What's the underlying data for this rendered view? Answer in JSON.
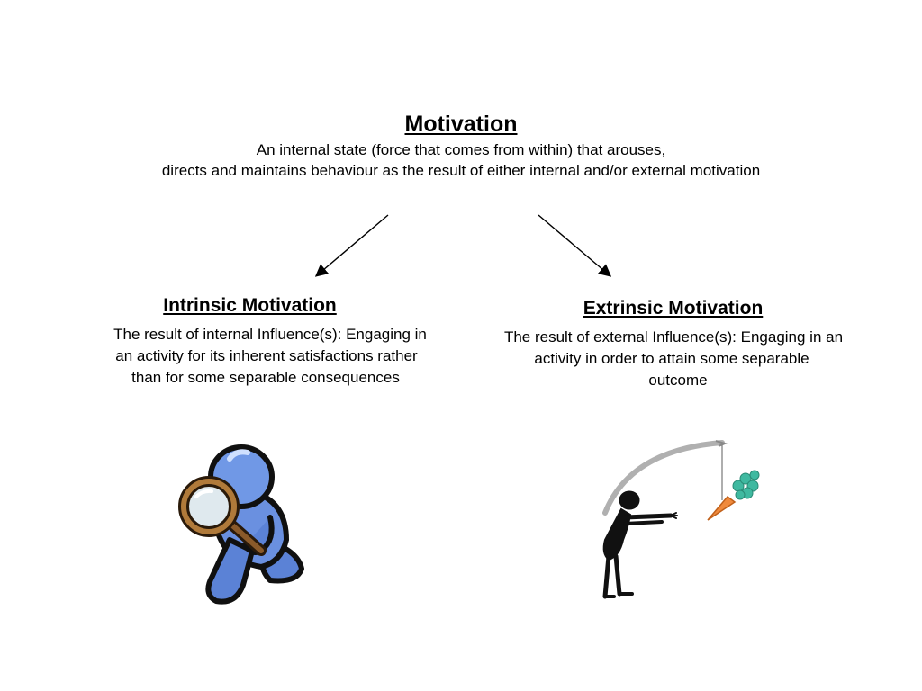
{
  "title": "Motivation",
  "definition": {
    "line1": "An internal state (force that comes from within) that arouses,",
    "line2": "directs and maintains behaviour as the result of either internal and/or external motivation"
  },
  "intrinsic": {
    "heading": "Intrinsic Motivation",
    "line1": "The result of internal Influence(s): Engaging in",
    "line2": "an activity for its inherent satisfactions rather",
    "line3": "than for some separable consequences",
    "icon": "magnifying-glass-figure-icon",
    "color": "#6a8fd8"
  },
  "extrinsic": {
    "heading": "Extrinsic Motivation",
    "line1": "The result of external Influence(s): Engaging in an",
    "line2": "activity in order to attain some separable",
    "line3": "outcome",
    "icon": "carrot-on-stick-figure-icon",
    "color": "#f08a3c"
  }
}
